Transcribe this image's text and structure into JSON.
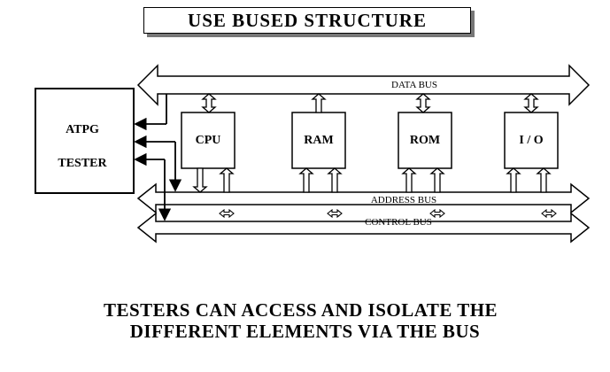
{
  "title": "USE BUSED STRUCTURE",
  "tester": {
    "line1": "ATPG",
    "line2": "TESTER"
  },
  "blocks": [
    "CPU",
    "RAM",
    "ROM",
    "I / O"
  ],
  "buses": {
    "data": "DATA BUS",
    "address": "ADDRESS BUS",
    "control": "CONTROL BUS"
  },
  "caption": {
    "line1": "TESTERS CAN ACCESS AND ISOLATE THE",
    "line2": "DIFFERENT ELEMENTS VIA THE BUS"
  },
  "colors": {
    "shadow": "#777777",
    "ink": "#000000"
  }
}
